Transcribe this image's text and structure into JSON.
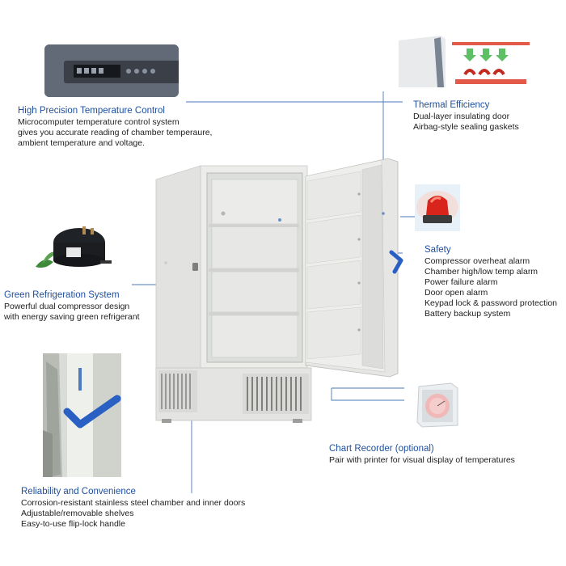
{
  "features": {
    "temp_control": {
      "title": "High Precision Temperature Control",
      "lines": [
        "Microcomputer temperature control system",
        "gives you accurate reading of chamber temperaure,",
        "ambient temperature and voltage."
      ]
    },
    "thermal": {
      "title": "Thermal Efficiency",
      "lines": [
        "Dual-layer insulating door",
        "Airbag-style sealing gaskets"
      ]
    },
    "safety": {
      "title": "Safety",
      "lines": [
        "Compressor overheat alarm",
        "Chamber high/low temp alarm",
        "Power failure alarm",
        "Door open alarm",
        "Keypad lock & password protection",
        "Battery backup system"
      ]
    },
    "green": {
      "title": "Green Refrigeration System",
      "lines": [
        "Powerful dual compressor design",
        "with energy saving green refrigerant"
      ]
    },
    "chart_recorder": {
      "title": "Chart Recorder (optional)",
      "lines": [
        "Pair with printer for visual display of temperatures"
      ]
    },
    "reliability": {
      "title": "Reliability and Convenience",
      "lines": [
        "Corrosion-resistant stainless steel chamber and inner doors",
        "Adjustable/removable shelves",
        "Easy-to-use flip-lock handle"
      ]
    }
  },
  "colors": {
    "title_blue": "#1f4f9c",
    "leader_line": "#4a78b8",
    "alarm_red": "#d8241a",
    "cabinet": "#ecedea",
    "accent_blue": "#2a5fc4"
  },
  "icons": [
    "control-panel-icon",
    "door-gasket-icon",
    "alarm-beacon-icon",
    "compressor-icon",
    "chart-recorder-icon",
    "flip-lock-handle-icon",
    "freezer-illustration"
  ]
}
